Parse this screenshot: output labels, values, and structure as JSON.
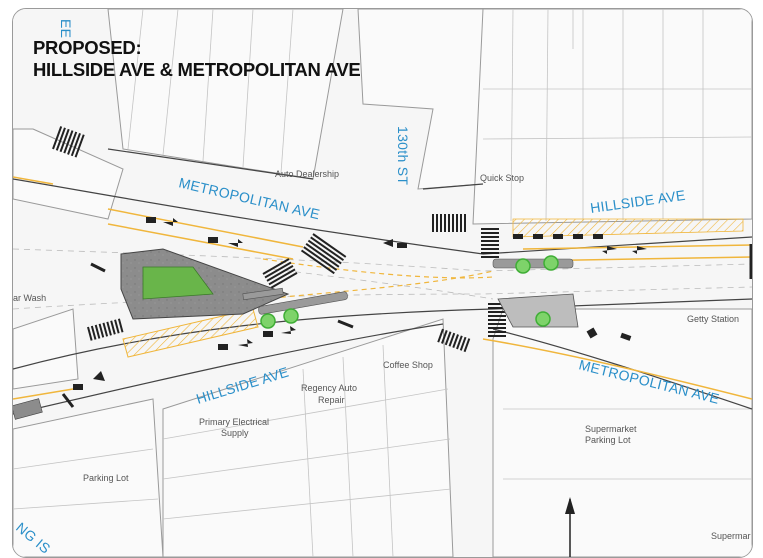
{
  "title": {
    "line1": "PROPOSED:",
    "line2": "HILLSIDE AVE & METROPOLITAN AVE"
  },
  "streets": {
    "metropolitan_left": "METROPOLITAN AVE",
    "hillside_right": "HILLSIDE AVE",
    "hillside_left": "HILLSIDE AVE",
    "metropolitan_right": "METROPOLITAN AVE",
    "st130": "130th ST",
    "edge_top": "EE",
    "edge_bottom": "NG IS"
  },
  "places": {
    "auto_dealership": "Auto Dealership",
    "quick_stop": "Quick Stop",
    "car_wash": "ar Wash",
    "getty_station": "Getty Station",
    "coffee_shop": "Coffee Shop",
    "regency_auto_line1": "Regency Auto",
    "regency_auto_line2": "Repair",
    "primary_electrical_line1": "Primary Electrical",
    "primary_electrical_line2": "Supply",
    "supermarket_parking_line1": "Supermarket",
    "supermarket_parking_line2": "Parking Lot",
    "parking_lot": "Parking Lot",
    "supermarket_edge": "Supermar"
  },
  "colors": {
    "street_label": "#2a8fc9",
    "bike_lane": "#f0b63c",
    "island_gray": "#8c8c8c",
    "island_green": "#69b54a",
    "tree_green": "#3fae36"
  }
}
